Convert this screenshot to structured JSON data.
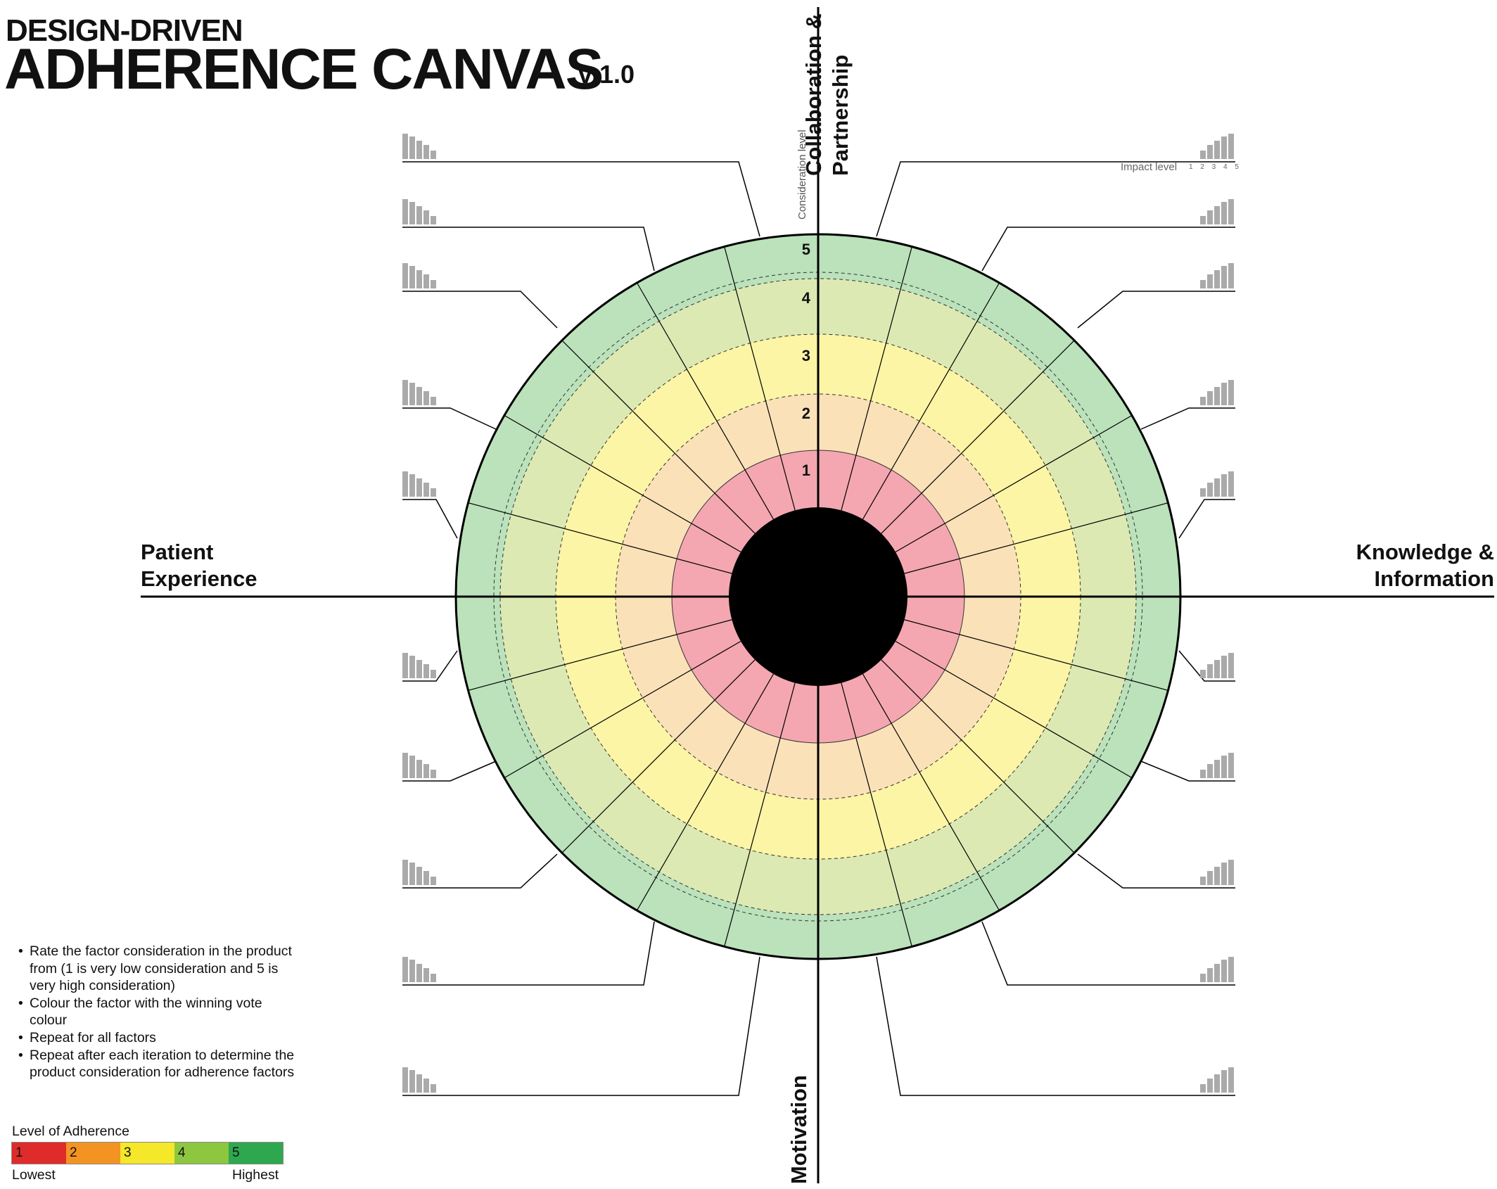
{
  "title": {
    "line1": "DESIGN-DRIVEN",
    "line2": "ADHERENCE CANVAS",
    "version": "v 1.0"
  },
  "axes": {
    "top": "Collaboration & Partnership",
    "left_line1": "Patient",
    "left_line2": "Experience",
    "right_line1": "Knowledge &",
    "right_line2": "Information",
    "bottom": "Motivation"
  },
  "scale": {
    "consideration_label": "Consideration level",
    "impact_label": "Impact level",
    "impact_numbers": "1 2 3 4 5",
    "ring_numbers": [
      "1",
      "2",
      "3",
      "4",
      "5"
    ]
  },
  "ring_colors": [
    "#f4a7b0",
    "#fbe1b8",
    "#fcf5a5",
    "#dde9b3",
    "#bbe2bb"
  ],
  "instructions": [
    "Rate the factor consideration in the product from (1 is very low consideration and 5 is very high consideration)",
    "Colour the factor with the winning vote colour",
    "Repeat for all factors",
    "Repeat after each iteration to determine the product consideration for adherence factors"
  ],
  "legend": {
    "title": "Level of Adherence",
    "levels": [
      {
        "label": "1",
        "color": "#e02b2b"
      },
      {
        "label": "2",
        "color": "#f39422"
      },
      {
        "label": "3",
        "color": "#f5e72a"
      },
      {
        "label": "4",
        "color": "#8dc63f"
      },
      {
        "label": "5",
        "color": "#2ea84f"
      }
    ],
    "low": "Lowest",
    "high": "Highest"
  },
  "factor_count": 24
}
